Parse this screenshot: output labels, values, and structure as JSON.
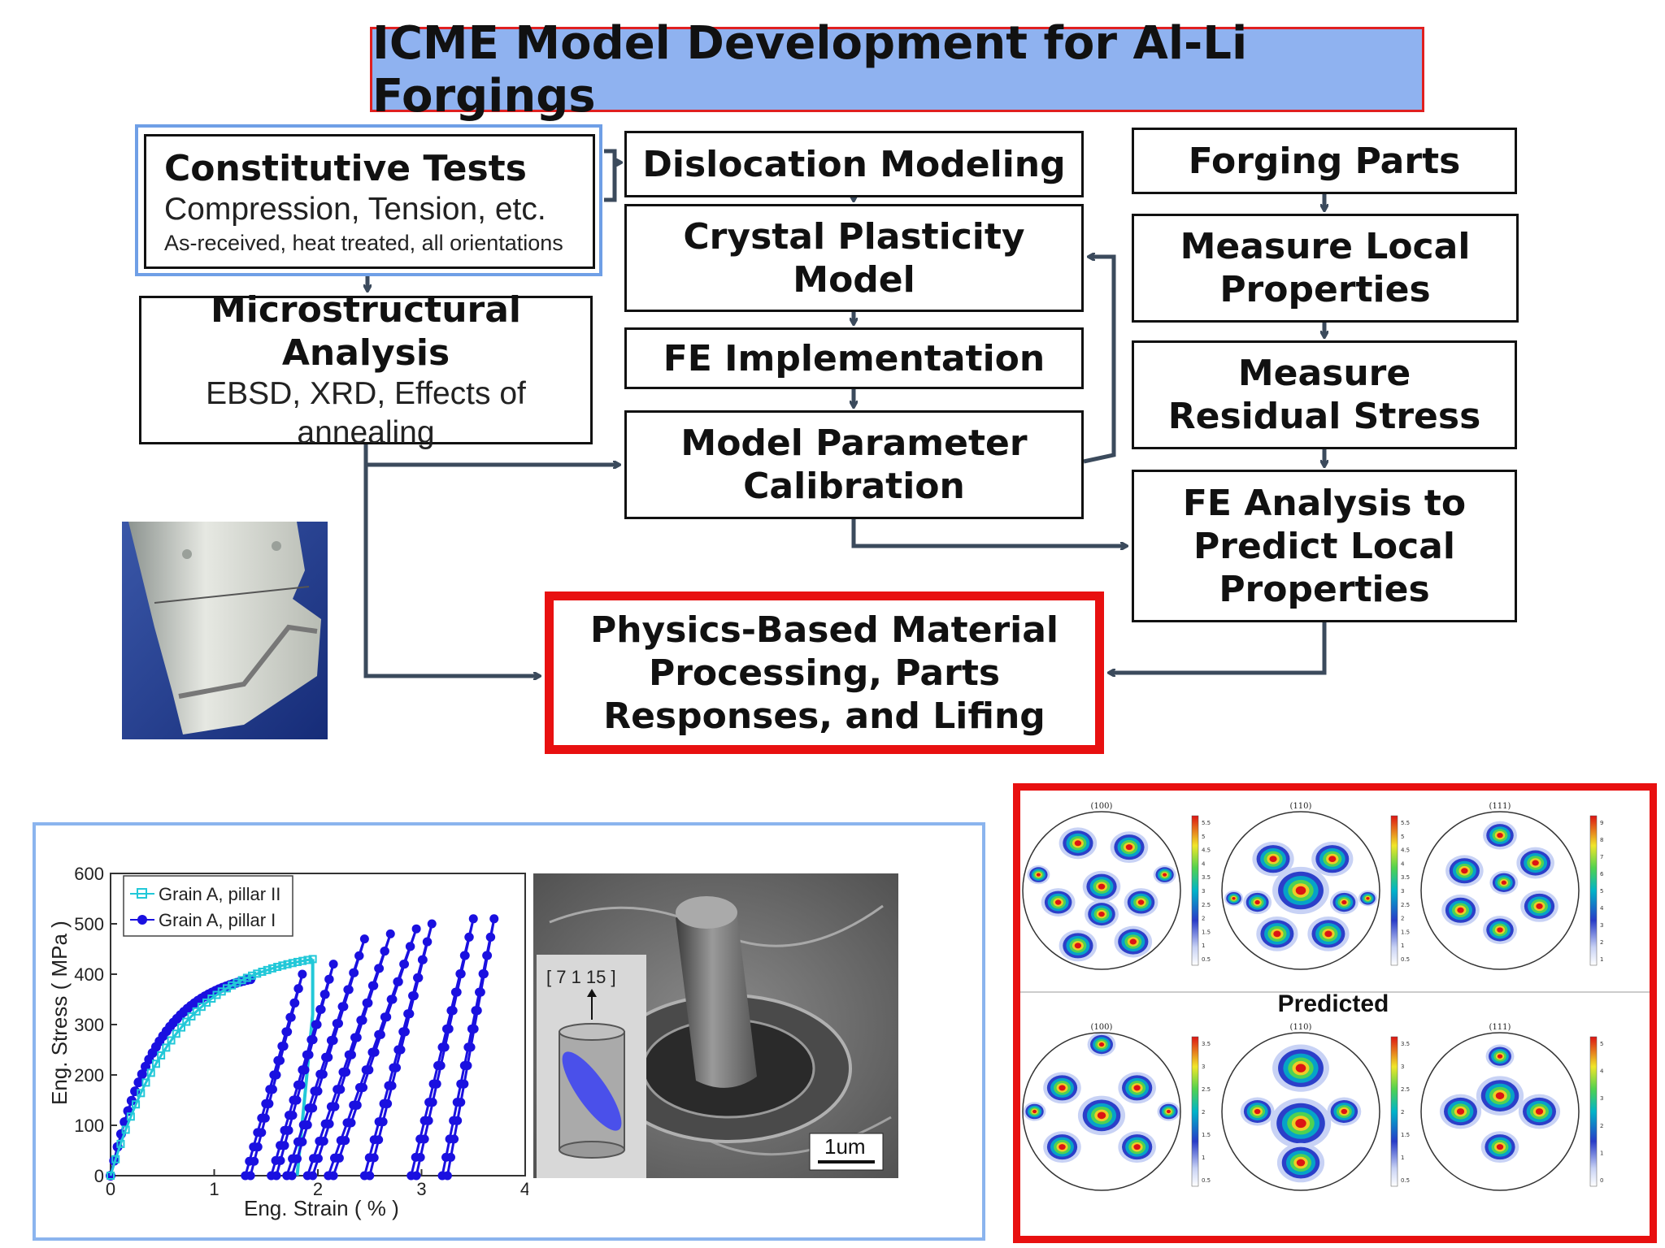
{
  "title": "ICME Model Development for Al-Li Forgings",
  "boxes": {
    "constitutive": {
      "title": "Constitutive Tests",
      "line1": "Compression, Tension, etc.",
      "line2": "As-received, heat treated, all orientations"
    },
    "microstructural": {
      "title_line1": "Microstructural",
      "title_line2": "Analysis",
      "sub": "EBSD, XRD, Effects of annealing"
    },
    "dislocation": "Dislocation Modeling",
    "crystal": {
      "line1": "Crystal Plasticity",
      "line2": "Model"
    },
    "fe_implementation": "FE Implementation",
    "calibration": {
      "line1": "Model Parameter",
      "line2": "Calibration"
    },
    "forging_parts": "Forging Parts",
    "measure_local": {
      "line1": "Measure Local",
      "line2": "Properties"
    },
    "residual": {
      "line1": "Measure",
      "line2": "Residual Stress"
    },
    "fe_analysis": {
      "line1": "FE Analysis to",
      "line2": "Predict Local",
      "line3": "Properties"
    },
    "physics": {
      "line1": "Physics-Based Material",
      "line2": "Processing, Parts",
      "line3": "Responses, and Lifing"
    }
  },
  "stress_strain": {
    "xlabel": "Eng. Strain ( % )",
    "ylabel": "Eng. Stress ( MPa )",
    "xticks": [
      "0",
      "1",
      "2",
      "3",
      "4"
    ],
    "yticks": [
      "0",
      "100",
      "200",
      "300",
      "400",
      "500",
      "600"
    ],
    "legend": [
      "Grain A, pillar II",
      "Grain A, pillar I"
    ],
    "colors": {
      "pillar_ii": "#22c8d8",
      "pillar_i": "#1a10e0"
    }
  },
  "sem": {
    "direction_label": "[ 7 1 15 ]",
    "scale_label": "1um"
  },
  "pole_figures": {
    "top_labels": [
      "(100)",
      "(110)",
      "(111)"
    ],
    "bottom_labels": [
      "(100)",
      "(110)",
      "(111)"
    ],
    "predicted_label": "Predicted",
    "top_scales": [
      [
        "5.5",
        "5",
        "4.5",
        "4",
        "3.5",
        "3",
        "2.5",
        "2",
        "1.5",
        "1",
        "0.5"
      ],
      [
        "5.5",
        "5",
        "4.5",
        "4",
        "3.5",
        "3",
        "2.5",
        "2",
        "1.5",
        "1",
        "0.5"
      ],
      [
        "9",
        "8",
        "7",
        "6",
        "5",
        "4",
        "3",
        "2",
        "1"
      ]
    ],
    "bottom_scales": [
      [
        "3.5",
        "3",
        "2.5",
        "2",
        "1.5",
        "1",
        "0.5"
      ],
      [
        "3.5",
        "3",
        "2.5",
        "2",
        "1.5",
        "1",
        "0.5"
      ],
      [
        "5",
        "4",
        "3",
        "2",
        "1",
        "0"
      ]
    ]
  }
}
